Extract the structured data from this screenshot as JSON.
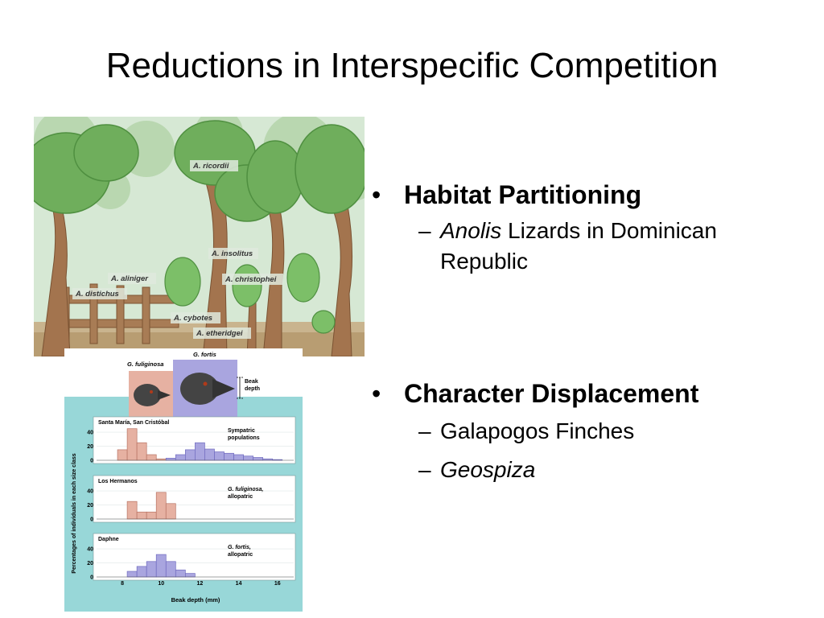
{
  "slide": {
    "title": "Reductions in Interspecific Competition"
  },
  "illustration": {
    "labels": {
      "ricordii": "A. ricordii",
      "insolitus": "A. insolitus",
      "aliniger": "A. aliniger",
      "christophei": "A. christophei",
      "distichus": "A. distichus",
      "cybotes": "A. cybotes",
      "etheridgei": "A. etheridgei"
    }
  },
  "finch_figure": {
    "species_fuliginosa": "G. fuliginosa",
    "species_fortis": "G. fortis",
    "beak_depth_label_1": "Beak",
    "beak_depth_label_2": "depth",
    "y_axis_label": "Percentages of individuals in each size class",
    "x_axis_label": "Beak depth (mm)",
    "colors": {
      "fuliginosa": "#e6b1a2",
      "fortis": "#a9a5df",
      "panel_bg": "#98d7d8"
    }
  },
  "chart_data": [
    {
      "type": "bar",
      "title": "Santa María, San Cristóbal",
      "annotation_1": "Sympatric",
      "annotation_2": "populations",
      "x": [
        8,
        8.5,
        9,
        9.5,
        10,
        10.5,
        11,
        11.5,
        12,
        12.5,
        13,
        13.5,
        14,
        14.5,
        15,
        15.5,
        16
      ],
      "series": [
        {
          "values": [
            15,
            45,
            25,
            8,
            2,
            0,
            0,
            0,
            0,
            0,
            0,
            0,
            0,
            0,
            0,
            0,
            0
          ]
        },
        {
          "values": [
            0,
            0,
            0,
            0,
            0,
            3,
            8,
            15,
            25,
            16,
            12,
            10,
            8,
            6,
            4,
            2,
            1
          ]
        }
      ],
      "yticks": [
        "0",
        "20",
        "40"
      ],
      "ylim": [
        0,
        55
      ]
    },
    {
      "type": "bar",
      "title": "Los Hermanos",
      "annotation_1": "G. fuliginosa,",
      "annotation_2": "allopatric",
      "x": [
        8,
        8.5,
        9,
        9.5,
        10,
        10.5,
        11
      ],
      "series": [
        {
          "values": [
            0,
            25,
            10,
            10,
            38,
            22,
            0
          ]
        }
      ],
      "yticks": [
        "0",
        "20",
        "40"
      ],
      "ylim": [
        0,
        55
      ]
    },
    {
      "type": "bar",
      "title": "Daphne",
      "annotation_1": "G. fortis,",
      "annotation_2": "allopatric",
      "x": [
        8.5,
        9,
        9.5,
        10,
        10.5,
        11,
        11.5
      ],
      "series": [
        {
          "values": [
            8,
            15,
            22,
            32,
            22,
            10,
            5
          ]
        }
      ],
      "yticks": [
        "0",
        "20",
        "40"
      ],
      "xticks": [
        "8",
        "10",
        "12",
        "14",
        "16"
      ],
      "ylim": [
        0,
        55
      ]
    }
  ],
  "bullets": {
    "habitat": "Habitat Partitioning",
    "habitat_sub_italic": "Anolis",
    "habitat_sub_rest": " Lizards in Dominican Republic",
    "character": "Character Displacement",
    "character_sub1": "Galapogos Finches",
    "character_sub2": "Geospiza"
  }
}
